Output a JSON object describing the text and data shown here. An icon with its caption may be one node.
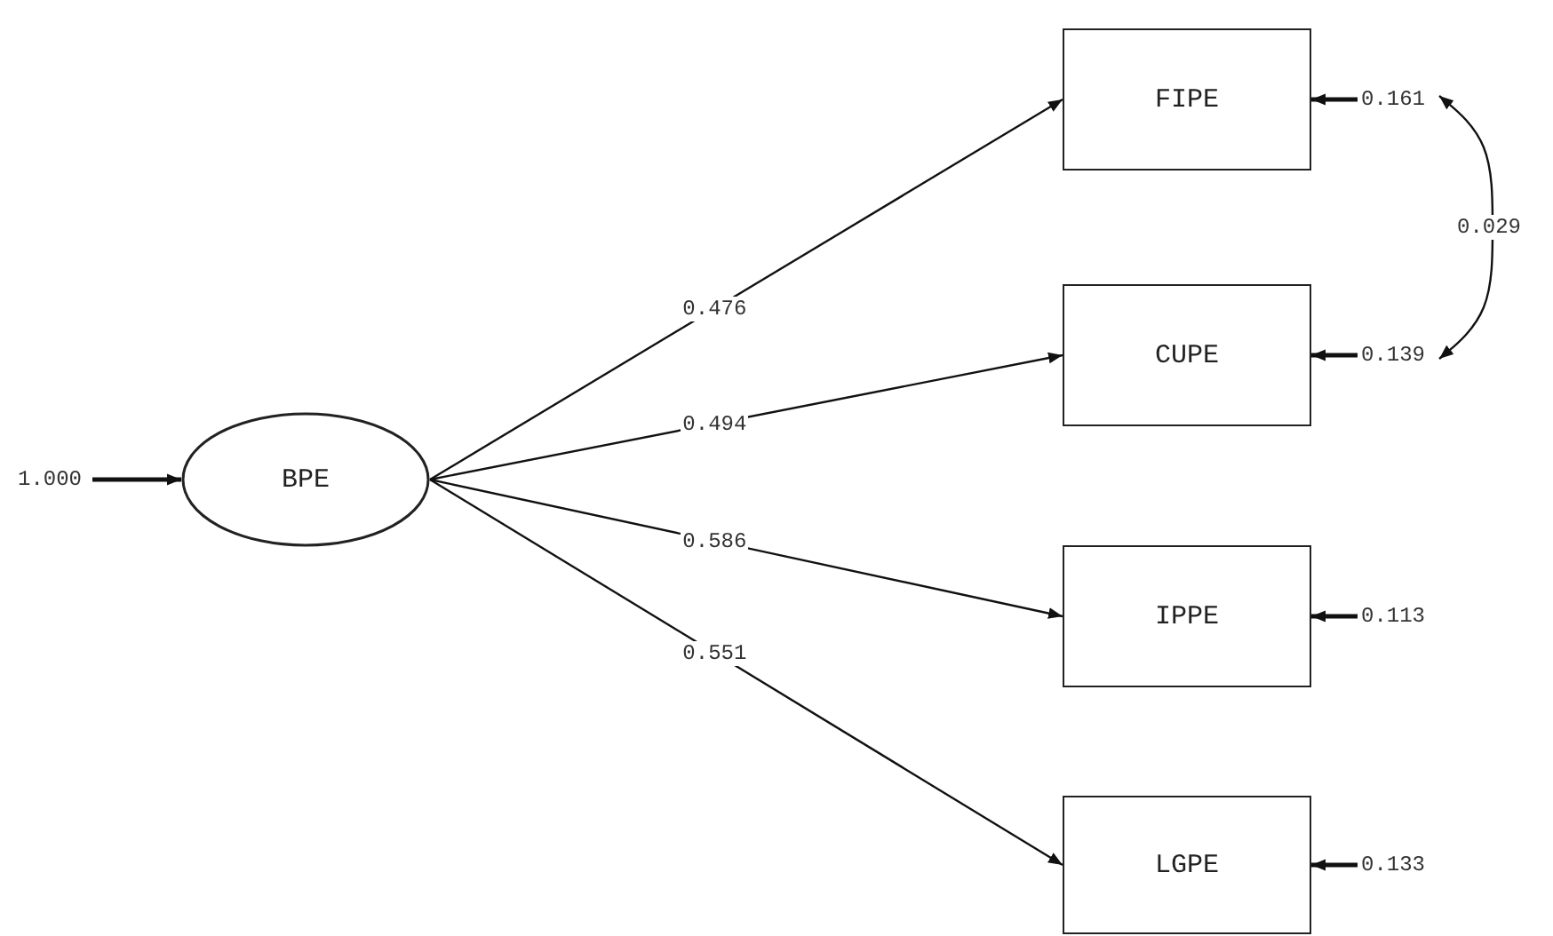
{
  "diagram": {
    "nodes": [
      {
        "text": [
          "BPE"
        ]
      },
      {
        "text": [
          "FIPE"
        ]
      },
      {
        "text": [
          "CUPE"
        ]
      },
      {
        "text": [
          "IPPE"
        ]
      },
      {
        "text": [
          "LGPE"
        ]
      },
      {
        "text": [
          "1.000"
        ]
      },
      {
        "text": [
          "0.161"
        ]
      },
      {
        "text": [
          "0.139"
        ]
      },
      {
        "text": [
          "0.113"
        ]
      },
      {
        "text": [
          "0.133"
        ]
      }
    ],
    "edges": [
      {
        "from": 0,
        "to": 1,
        "arrow": "to",
        "label": "0.476"
      },
      {
        "from": 0,
        "to": 2,
        "arrow": "to",
        "label": "0.494"
      },
      {
        "from": 0,
        "to": 3,
        "arrow": "to",
        "label": "0.586"
      },
      {
        "from": 0,
        "to": 4,
        "arrow": "to",
        "label": "0.551"
      },
      {
        "from": 5,
        "to": 0,
        "arrow": "to"
      },
      {
        "from": 6,
        "to": 1,
        "arrow": "to"
      },
      {
        "from": 7,
        "to": 2,
        "arrow": "to"
      },
      {
        "from": 8,
        "to": 3,
        "arrow": "to"
      },
      {
        "from": 9,
        "to": 4,
        "arrow": "to"
      },
      {
        "from": 6,
        "to": 7,
        "arrow": "both",
        "label": "0.029"
      }
    ]
  }
}
